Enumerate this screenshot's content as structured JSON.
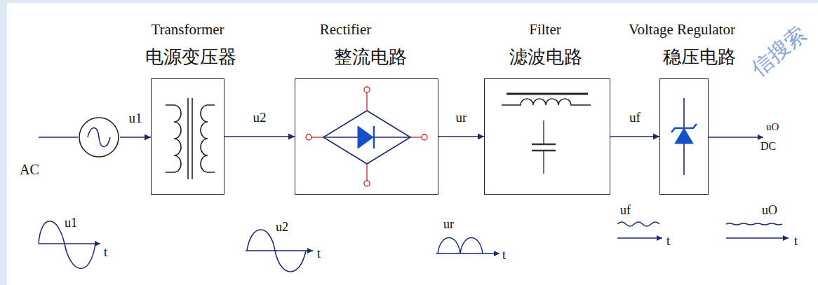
{
  "diagram": {
    "nodes": [
      {
        "text": [
          "AC"
        ]
      },
      {
        "text": [
          "Transformer",
          "电源变压器"
        ]
      },
      {
        "text": [
          "Rectifier",
          "整流电路"
        ]
      },
      {
        "text": [
          "Filter",
          "滤波电路"
        ]
      },
      {
        "text": [
          "Voltage Regulator",
          "稳压电路"
        ]
      }
    ],
    "edges": [
      {
        "from": 0,
        "to": 1,
        "label": "u1",
        "arrow": "to"
      },
      {
        "from": 1,
        "to": 2,
        "label": "u2",
        "arrow": "to"
      },
      {
        "from": 2,
        "to": 3,
        "label": "ur",
        "arrow": "to"
      },
      {
        "from": 3,
        "to": 4,
        "label": "uf",
        "arrow": "to"
      }
    ],
    "labels": [
      "uO",
      "DC",
      "u1",
      "t",
      "u2",
      "t",
      "ur",
      "t",
      "uf",
      "t",
      "uO",
      "t",
      "信搜索"
    ]
  }
}
